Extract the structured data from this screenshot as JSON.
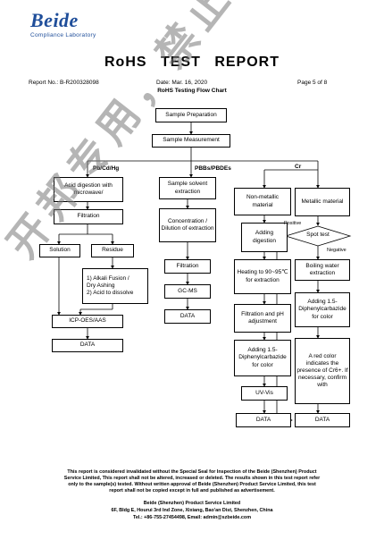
{
  "header": {
    "logo": "Beide",
    "logo_sub": "Compliance Laboratory",
    "title": "RoHS   TEST   REPORT",
    "report_no": "Report No.: B-R200328098",
    "date": "Date: Mar. 16, 2020",
    "page": "Page 5 of 8",
    "subtitle": "RoHS Testing Flow Chart"
  },
  "flow": {
    "sample_prep": "Sample Preparation",
    "sample_meas": "Sample Measurement",
    "branch_metals": "Pb/Cd/Hg",
    "branch_pbb": "PBBs/PBDEs",
    "branch_cr": "Cr",
    "acid_digestion": "Acid digestion with microwave/",
    "filtration_left": "Filtration",
    "solution": "Solution",
    "residue": "Residue",
    "alkali": "1) Alkali Fusion /\nDry Ashing\n2) Acid to dissolve",
    "icp": "ICP-OES/AAS",
    "data_left": "DATA",
    "solvent_extraction": "Sample solvent extraction",
    "concentration": "Concentration / Dilution of extraction",
    "filtration_mid": "Filtration",
    "gcms": "GC-MS",
    "data_mid": "DATA",
    "nonmetallic": "Non-metallic material",
    "metallic": "Metallic material",
    "adding_digestion": "Adding digestion",
    "heating": "Heating to 90~95℃ for extraction",
    "filtration_ph": "Filtration and pH adjustment",
    "adding_15_left": "Adding 1.5-Diphenylcarbazide for color",
    "uvvis": "UV-Vis",
    "data_cr_left": "DATA",
    "positive": "Positive",
    "spot_test": "Spot test",
    "negative": "Negative",
    "boiling": "Boiling water extraction",
    "adding_15_right": "Adding 1.5-Diphenylcarbazide for color",
    "red_color": "A red color indicates the presence of Cr6+. If necessary, confirm with",
    "data_cr_right": "DATA"
  },
  "footer": {
    "line1": "This report is considered invalidated without the Special Seal for Inspection of the Beide (Shenzhen) Product",
    "line2": "Service Limited, This report shall not be altered, increased or deleted. The results shown in this test report refer",
    "line3": "only to the sample(s) tested. Without written approval of Beide (Shenzhen) Product Service Limited, this test",
    "line4": "report shall not be copied except in full and published as advertisement.",
    "company": "Beide (Shenzhen) Product Service Limited",
    "address": "6F, Bldg E, Hourui 3rd Ind Zone, Xixiang, Bao'an Dist, Shenzhen, China",
    "contact": "Tel.: +86-755-27454498, Email: admin@szbeide.com"
  },
  "watermark": "开邦专用，禁止转载！"
}
